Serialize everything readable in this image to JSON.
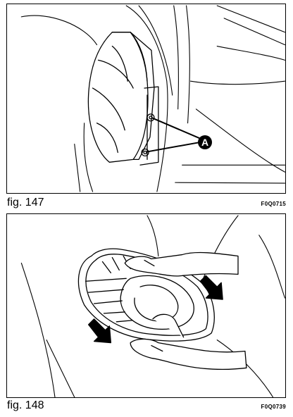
{
  "figures": [
    {
      "caption": "fig. 147",
      "code": "F0Q0715",
      "callout": "A"
    },
    {
      "caption": "fig. 148",
      "code": "F0Q0739"
    }
  ]
}
